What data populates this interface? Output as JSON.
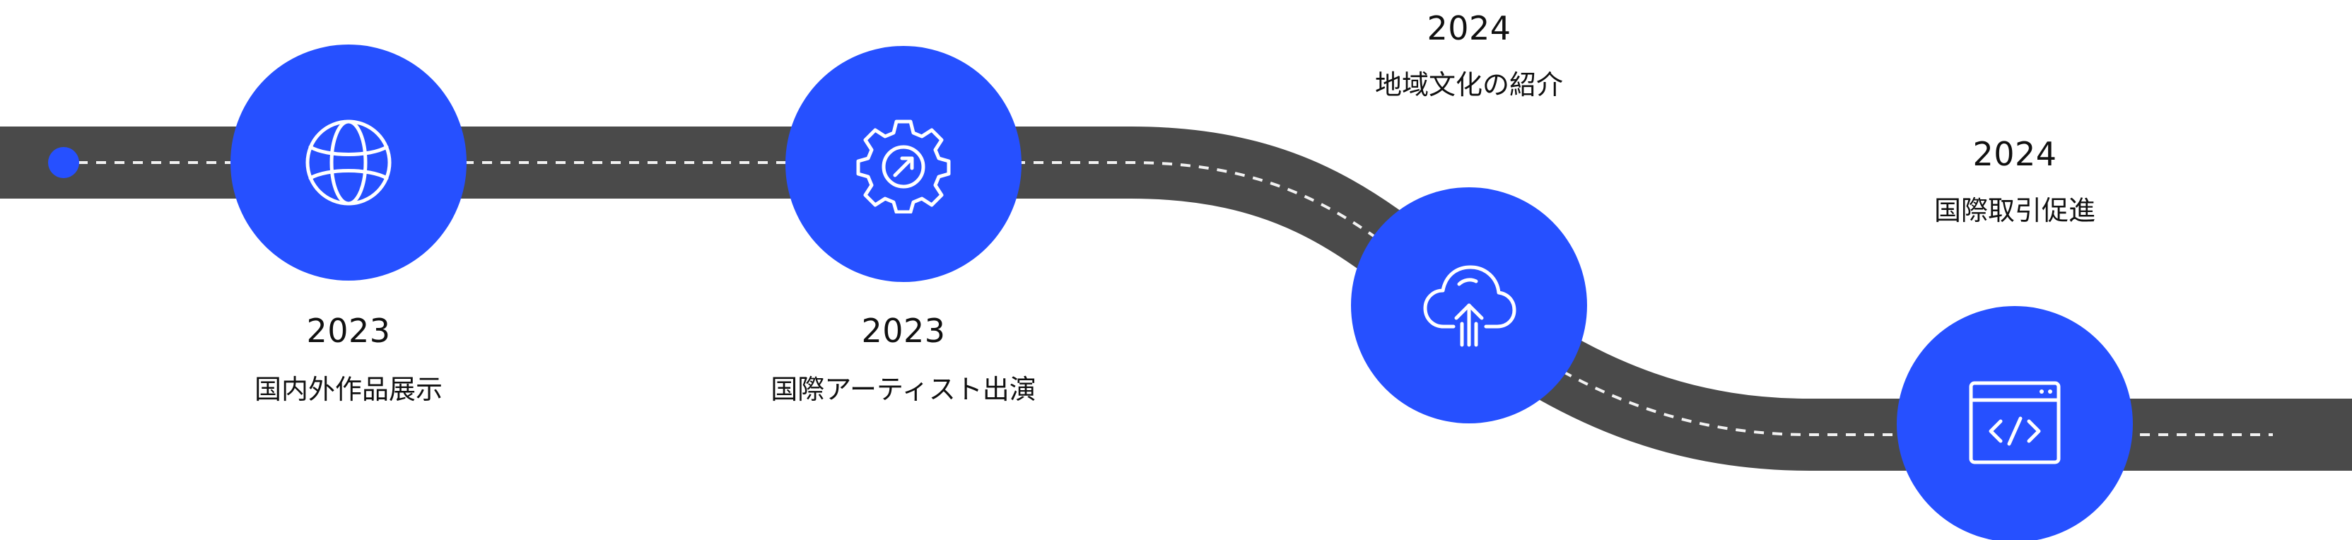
{
  "colors": {
    "road": "#4a4a4a",
    "road_dash": "#f2f2f2",
    "circle": "#2650ff",
    "icon": "#ffffff",
    "text": "#111111"
  },
  "milestones": [
    {
      "year": "2023",
      "label": "国内外作品展示",
      "icon": "globe-icon"
    },
    {
      "year": "2023",
      "label": "国際アーティスト出演",
      "icon": "gear-arrow-icon"
    },
    {
      "year": "2024",
      "label": "地域文化の紹介",
      "icon": "cloud-upload-icon"
    },
    {
      "year": "2024",
      "label": "国際取引促進",
      "icon": "browser-code-icon"
    }
  ]
}
